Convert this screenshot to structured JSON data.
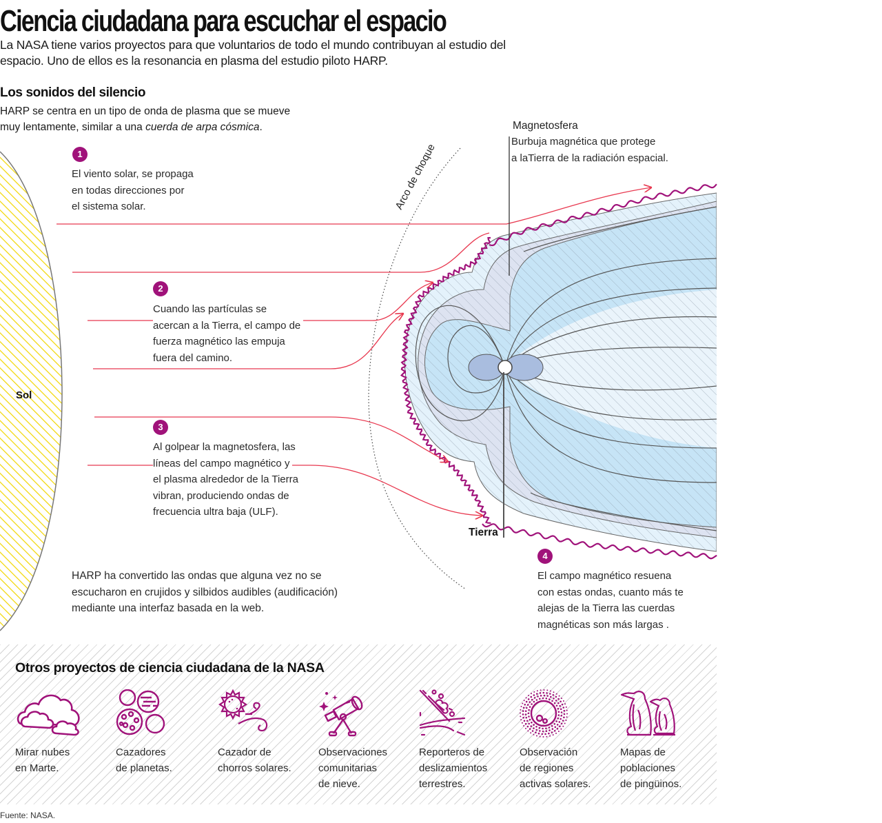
{
  "header": {
    "title": "Ciencia ciudadana para escuchar el espacio",
    "intro": "La NASA tiene varios proyectos para que voluntarios de todo el mundo contribuyan al estudio del espacio. Uno de ellos es la resonancia en plasma del estudio piloto HARP."
  },
  "section": {
    "title": "Los sonidos del silencio",
    "desc_line1": "HARP se centra en un tipo de onda de plasma que se mueve",
    "desc_line2_plain": "muy lentamente, similar a una ",
    "desc_line2_italic": "cuerda de arpa cósmica",
    "desc_line2_end": "."
  },
  "diagram": {
    "sun_label": "Sol",
    "bow_shock_label": "Arco de choque",
    "earth_label": "Tierra",
    "magnetosphere": {
      "title": "Magnetosfera",
      "lines": [
        "Burbuja magnética que protege",
        "a laTierra de la radiación espacial."
      ]
    },
    "steps": [
      {
        "number": "1",
        "lines": [
          "El viento solar, se propaga",
          "en todas direcciones por",
          "el sistema solar."
        ]
      },
      {
        "number": "2",
        "lines": [
          "Cuando las partículas se",
          "acercan a la Tierra, el campo de",
          "fuerza magnético las empuja",
          "fuera del camino."
        ]
      },
      {
        "number": "3",
        "lines": [
          "Al golpear la magnetosfera, las",
          "líneas del campo  magnético y",
          "el plasma alrededor de la Tierra",
          "vibran, produciendo ondas de",
          "frecuencia ultra baja (ULF)."
        ]
      },
      {
        "number": "4",
        "lines": [
          "El campo magnético resuena",
          "con estas ondas, cuanto más te",
          "alejas de la Tierra las cuerdas",
          "magnéticas son más largas ."
        ]
      }
    ],
    "harp_note": [
      "HARP ha convertido las ondas que alguna vez no se",
      "escucharon en crujidos y silbidos audibles (audificación)",
      "mediante una interfaz basada en la web."
    ],
    "colors": {
      "accent": "#a0127a",
      "solar_wind": "#e8384f",
      "sun_hatch": "#f2d600",
      "field_light": "#e4f2fb",
      "field_mid": "#c6e4f6",
      "field_lavender": "#dde3f1",
      "earth_lobe": "#a9bddf"
    }
  },
  "projects": {
    "title": "Otros proyectos de ciencia ciudadana de la NASA",
    "items": [
      {
        "icon": "clouds-icon",
        "lines": [
          "Mirar nubes",
          "en Marte."
        ]
      },
      {
        "icon": "planets-icon",
        "lines": [
          "Cazadores",
          "de planetas."
        ]
      },
      {
        "icon": "solar-jet-icon",
        "lines": [
          "Cazador de",
          "chorros solares."
        ]
      },
      {
        "icon": "telescope-icon",
        "lines": [
          "Observaciones",
          "comunitarias",
          "de nieve."
        ]
      },
      {
        "icon": "landslide-icon",
        "lines": [
          "Reporteros de",
          "deslizamientos",
          "terrestres."
        ]
      },
      {
        "icon": "active-sun-icon",
        "lines": [
          "Observación",
          "de regiones",
          "activas solares."
        ]
      },
      {
        "icon": "penguins-icon",
        "lines": [
          "Mapas de",
          "poblaciones",
          "de pingüinos."
        ]
      }
    ]
  },
  "footer": {
    "source": "Fuente: NASA."
  }
}
